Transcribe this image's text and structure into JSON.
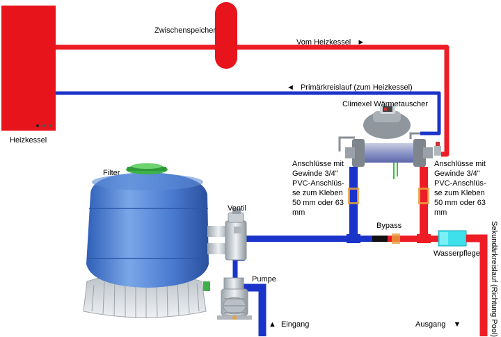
{
  "labels": {
    "heizkessel": "Heizkessel",
    "zwischenspeicher": "Zwischenspeicher",
    "vom_heizkessel": "Vom Heizkessel",
    "vom_heizkessel_arrow": "►",
    "primaerkreislauf_arrow": "◄",
    "primaerkreislauf": "Primärkreislauf (zum Heizkessel)",
    "waermetauscher": "Climexel Wärmetauscher",
    "anschluesse_left": "Anschlüsse mit Gewinde 3/4\" PVC-Anschlüs-se zum Kleben 50 mm oder 63 mm",
    "anschluesse_right": "Anschlüsse mit Gewinde 3/4\" PVC-Anschlüs-se zum Kleben 50 mm oder 63 mm",
    "filter": "Filter",
    "ventil": "Ventil",
    "bypass": "Bypass",
    "wasserpflege": "Wasserpflege",
    "pumpe": "Pumpe",
    "eingang_arrow": "▲",
    "eingang": "Eingang",
    "ausgang": "Ausgang",
    "ausgang_arrow": "▼",
    "sekundaerkreislauf": "Sekundärkreislauf (Richtung Pool)"
  },
  "colors": {
    "hot": "#ee1c25",
    "cold": "#1a33c9",
    "boiler": "#e8141c",
    "filter_body": "#4f7fd0",
    "filter_top": "#3fb04a",
    "wasserpflege": "#3ee0ec",
    "fitting": "#d8dde2",
    "coupling": "#e8a040"
  }
}
